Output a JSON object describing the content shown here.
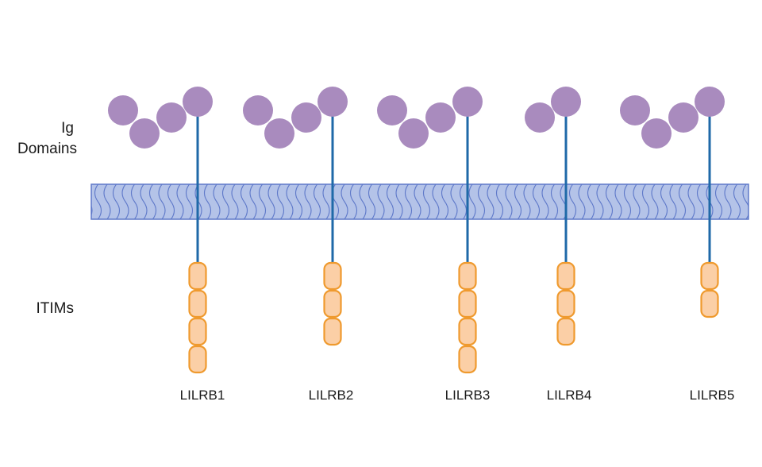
{
  "labels": {
    "ig_line1": "Ig",
    "ig_line2": "Domains",
    "itims": "ITIMs"
  },
  "colors": {
    "ig_domain": "#a98bbe",
    "stem": "#1f69a8",
    "membrane_fill": "#b4c3e8",
    "membrane_stroke": "#5f79c9",
    "itim_fill": "#fbcfa6",
    "itim_stroke": "#ef9a2e",
    "text": "#1a1a1a"
  },
  "receptors": [
    {
      "name": "LILRB1",
      "ig_domains": 4,
      "itims": 4
    },
    {
      "name": "LILRB2",
      "ig_domains": 4,
      "itims": 3
    },
    {
      "name": "LILRB3",
      "ig_domains": 4,
      "itims": 4
    },
    {
      "name": "LILRB4",
      "ig_domains": 2,
      "itims": 3
    },
    {
      "name": "LILRB5",
      "ig_domains": 4,
      "itims": 2
    }
  ]
}
